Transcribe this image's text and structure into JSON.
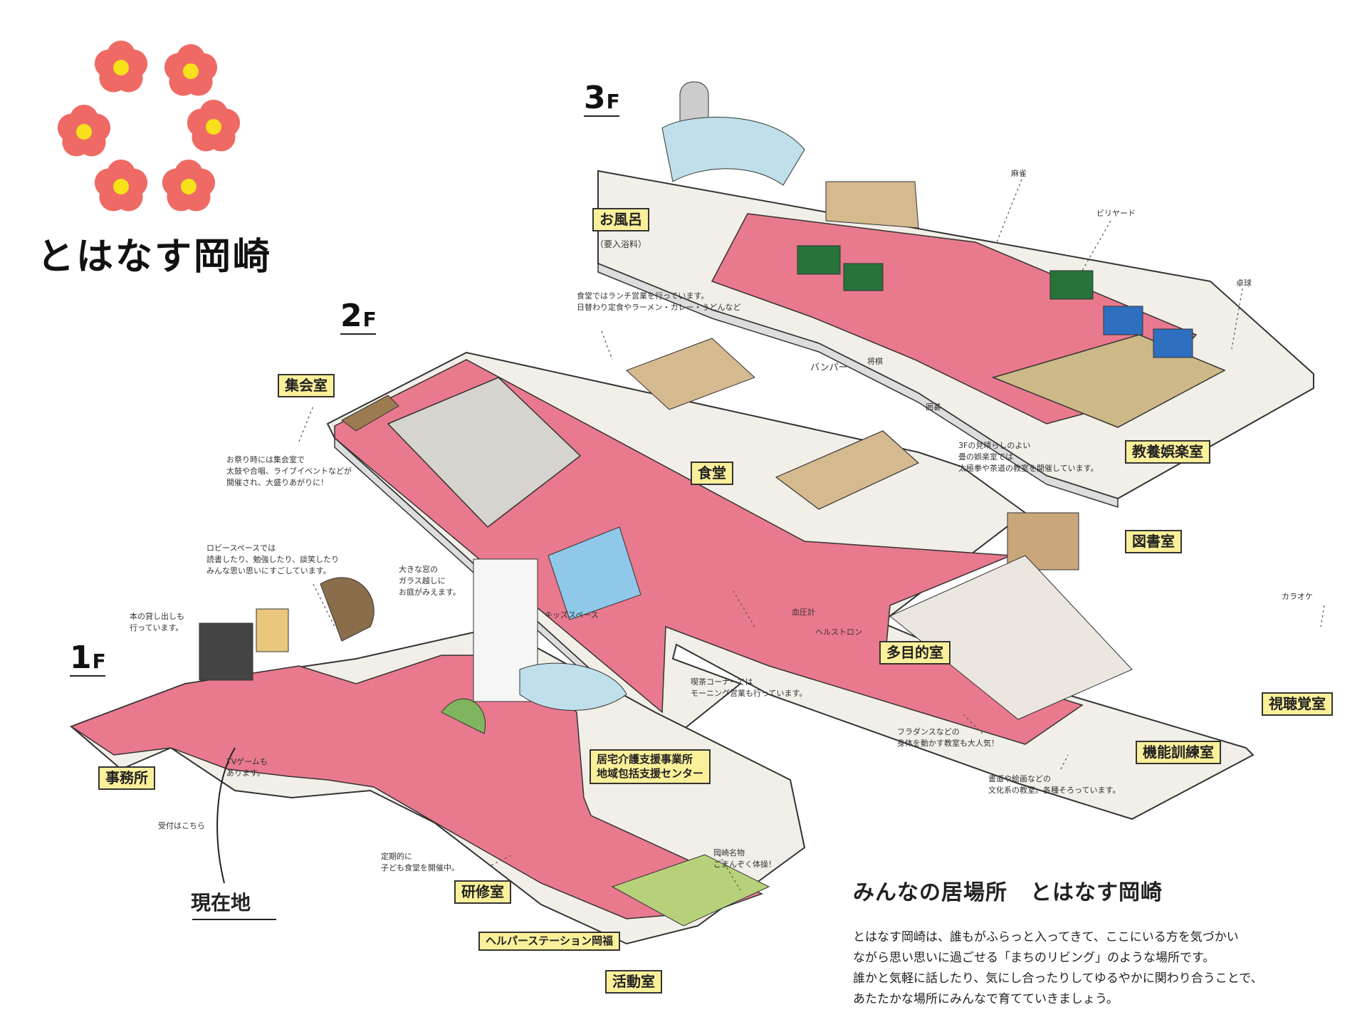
{
  "logo": {
    "name": "とはなす岡崎",
    "flower_color": "#ef6a64",
    "flower_center_color": "#f6e11a"
  },
  "colors": {
    "floor_pink": "#e9798e",
    "label_yellow": "#fbf09a",
    "floor_white": "#f4f1ea",
    "grass": "#b7d17b",
    "wall": "#ffffff"
  },
  "floors": [
    {
      "label": "3",
      "unit": "F"
    },
    {
      "label": "2",
      "unit": "F"
    },
    {
      "label": "1",
      "unit": "F"
    }
  ],
  "rooms": {
    "ofuro": "お風呂",
    "ofuro_note": "（要入浴料）",
    "kyouyou": "教養娯楽室",
    "shuukai": "集会室",
    "shokudou": "食堂",
    "toshoshitsu": "図書室",
    "tamokuteki": "多目的室",
    "shichoukaku": "視聴覚室",
    "kinou": "機能訓練室",
    "jimusho": "事務所",
    "kyotaku": "居宅介護支援事業所",
    "chiiki": "地域包括支援センター",
    "kenshu": "研修室",
    "helper": "ヘルパーステーション岡福",
    "katsudou": "活動室"
  },
  "notes": {
    "mahjong": "麻雀",
    "billiards": "ビリヤード",
    "pingpong": "卓球",
    "bumper": "バンパー",
    "shogi": "将棋",
    "igo": "囲碁",
    "floor3_info": "3Fの見晴らしのよい\n畳の娯楽室では\n太極拳や茶道の教室を開催しています。",
    "lunch": "食堂ではランチ営業を行っています。\n日替わり定食やラーメン・カレー・うどんなど",
    "festival": "お祭り時には集会室で\n太鼓や合唱、ライブイベントなどが\n開催され、大盛りあがりに！",
    "kids": "キッズスペース",
    "cafe": "喫茶コーナーでは\nモーニング営業も行っています。",
    "bp": "血圧計",
    "healthtron": "ヘルストロン",
    "karaoke": "カラオケ",
    "hula": "フラダンスなどの\n身体を動かす教室も大人気！",
    "culture": "書道や絵画などの\n文化系の教室。各種そろっています。",
    "lobby": "ロビースペースでは\n読書したり、勉強したり、談笑したり\nみんな思い思いにすごしています。",
    "books": "本の貸し出しも\n行っています。",
    "glass": "大きな窓の\nガラス越しに\nお庭がみえます。",
    "game": "TVゲームも\nあります。",
    "reception": "受付はこちら",
    "kids_meal": "定期的に\n子ども食堂を開催中。",
    "okazaki": "岡崎名物\nごまんぞく体操！"
  },
  "current_location": "現在地",
  "description": {
    "title_a": "みんなの居場所",
    "title_b": "とはなす岡崎",
    "lines": [
      "とはなす岡崎は、誰もがふらっと入ってきて、ここにいる方を気づかい",
      "ながら思い思いに過ごせる「まちのリビング」のような場所です。",
      "誰かと気軽に話したり、気にし合ったりしてゆるやかに関わり合うことで、",
      "あたたかな場所にみんなで育てていきましょう。"
    ]
  }
}
